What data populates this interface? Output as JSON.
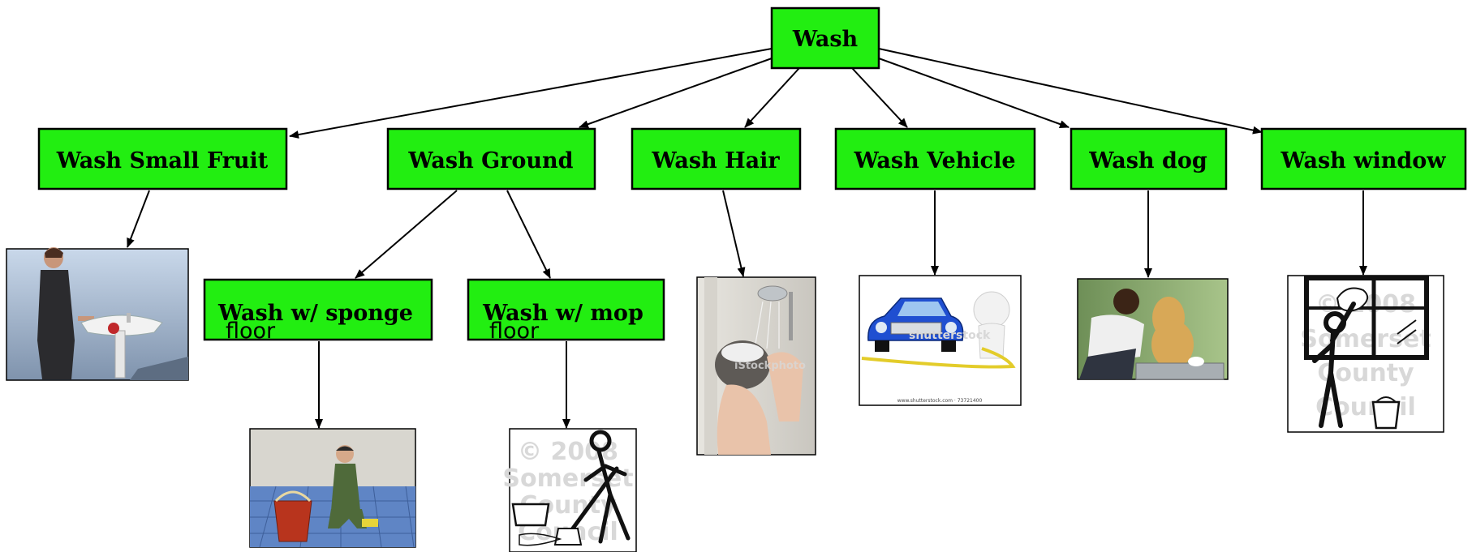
{
  "diagram": {
    "root": {
      "label": "Wash"
    },
    "level1": [
      {
        "id": "fruit",
        "label": "Wash Small Fruit"
      },
      {
        "id": "ground",
        "label": "Wash Ground"
      },
      {
        "id": "hair",
        "label": "Wash Hair"
      },
      {
        "id": "vehicle",
        "label": "Wash Vehicle"
      },
      {
        "id": "dog",
        "label": "Wash dog"
      },
      {
        "id": "window",
        "label": "Wash window"
      }
    ],
    "level2": [
      {
        "id": "sponge",
        "label": "Wash w/ sponge",
        "sub": "floor"
      },
      {
        "id": "mop",
        "label": "Wash w/ mop",
        "sub": "floor"
      }
    ],
    "images": {
      "vehicle_watermark": "shutterstock",
      "vehicle_caption": "www.shutterstock.com · 73721400",
      "hair_watermark": "iStockphoto",
      "council_watermark": [
        "© 2008",
        "Somerset",
        "County",
        "Council"
      ]
    }
  },
  "colors": {
    "node_fill": "#22ee11",
    "node_stroke": "#000000",
    "edge": "#000000"
  }
}
